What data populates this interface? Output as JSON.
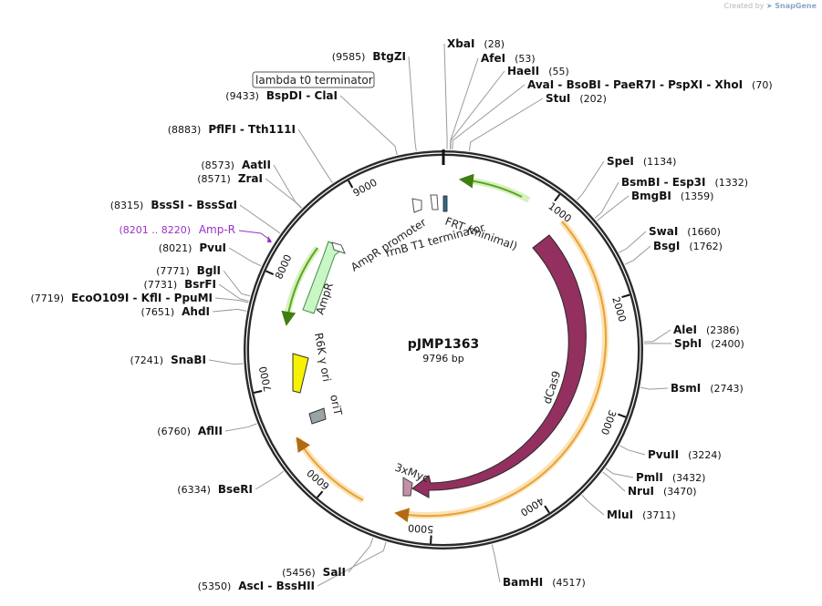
{
  "credit": {
    "prefix": "Created by",
    "brand": "SnapGene"
  },
  "plasmid": {
    "name": "pJMP1363",
    "size_label": "9796 bp",
    "length": 9796
  },
  "ruler": [
    "1000",
    "2000",
    "3000",
    "4000",
    "5000",
    "6000",
    "7000",
    "8000",
    "9000"
  ],
  "sites": [
    {
      "id": "xbai",
      "name": "XbaI",
      "pos": "(28)"
    },
    {
      "id": "afei",
      "name": "AfeI",
      "pos": "(53)"
    },
    {
      "id": "haeii",
      "name": "HaeII",
      "pos": "(55)"
    },
    {
      "id": "avai",
      "name": "AvaI  - BsoBI  - PaeR7I  - PspXI  - XhoI",
      "pos": "(70)"
    },
    {
      "id": "stui",
      "name": "StuI",
      "pos": "(202)"
    },
    {
      "id": "spei",
      "name": "SpeI",
      "pos": "(1134)"
    },
    {
      "id": "bsmbi",
      "name": "BsmBI  - Esp3I",
      "pos": "(1332)"
    },
    {
      "id": "bmgbi",
      "name": "BmgBI",
      "pos": "(1359)"
    },
    {
      "id": "swai",
      "name": "SwaI",
      "pos": "(1660)"
    },
    {
      "id": "bsgi",
      "name": "BsgI",
      "pos": "(1762)"
    },
    {
      "id": "alei",
      "name": "AleI",
      "pos": "(2386)"
    },
    {
      "id": "sphi",
      "name": "SphI",
      "pos": "(2400)"
    },
    {
      "id": "bsmi",
      "name": "BsmI",
      "pos": "(2743)"
    },
    {
      "id": "pvuii",
      "name": "PvuII",
      "pos": "(3224)"
    },
    {
      "id": "pmli",
      "name": "PmlI",
      "pos": "(3432)"
    },
    {
      "id": "nrui",
      "name": "NruI",
      "pos": "(3470)"
    },
    {
      "id": "mlui",
      "name": "MluI",
      "pos": "(3711)"
    },
    {
      "id": "bamhi",
      "name": "BamHI",
      "pos": "(4517)"
    },
    {
      "id": "sali",
      "name": "SalI",
      "pos": "(5456)"
    },
    {
      "id": "asci",
      "name": "AscI  - BssHII",
      "pos": "(5350)"
    },
    {
      "id": "bseri",
      "name": "BseRI",
      "pos": "(6334)"
    },
    {
      "id": "aflii",
      "name": "AflII",
      "pos": "(6760)"
    },
    {
      "id": "snabi",
      "name": "SnaBI",
      "pos": "(7241)"
    },
    {
      "id": "ahdi",
      "name": "AhdI",
      "pos": "(7651)"
    },
    {
      "id": "ecoo109i",
      "name": "EcoO109I  - KflI  - PpuMI",
      "pos": "(7719)"
    },
    {
      "id": "bsrfi",
      "name": "BsrFI",
      "pos": "(7731)"
    },
    {
      "id": "bgli",
      "name": "BglI",
      "pos": "(7771)"
    },
    {
      "id": "pvui",
      "name": "PvuI",
      "pos": "(8021)"
    },
    {
      "id": "bsssi",
      "name": "BssSI  - BssSαI",
      "pos": "(8315)"
    },
    {
      "id": "zrai",
      "name": "ZraI",
      "pos": "(8571)"
    },
    {
      "id": "aatii",
      "name": "AatII",
      "pos": "(8573)"
    },
    {
      "id": "pflfi",
      "name": "PflFI  - Tth111I",
      "pos": "(8883)"
    },
    {
      "id": "bspdi",
      "name": "BspDI  - ClaI",
      "pos": "(9433)"
    },
    {
      "id": "btgzi",
      "name": "BtgZI",
      "pos": "(9585)"
    }
  ],
  "primer": {
    "name": "Amp-R",
    "pos": "(8201 .. 8220)",
    "color": "#9a2fc8"
  },
  "features": {
    "lambda_t0": "lambda t0 terminator",
    "frt": "FRT (minimal)",
    "rrnb": "rrnB T1 terminator",
    "ampr_promoter": "AmpR promoter",
    "ampr": "AmpR",
    "r6k": "R6K γ ori",
    "orit": "oriT",
    "dcas9": "dCas9",
    "myc": "3xMyc"
  },
  "colors": {
    "dcas9": "#93305f",
    "ampr": "#c8f7c5",
    "r6k": "#f7f200",
    "orit": "#9aa3a8",
    "myc": "#c58fa8",
    "orange_arc": "#e8a13a",
    "green_arc": "#5aa81e"
  }
}
